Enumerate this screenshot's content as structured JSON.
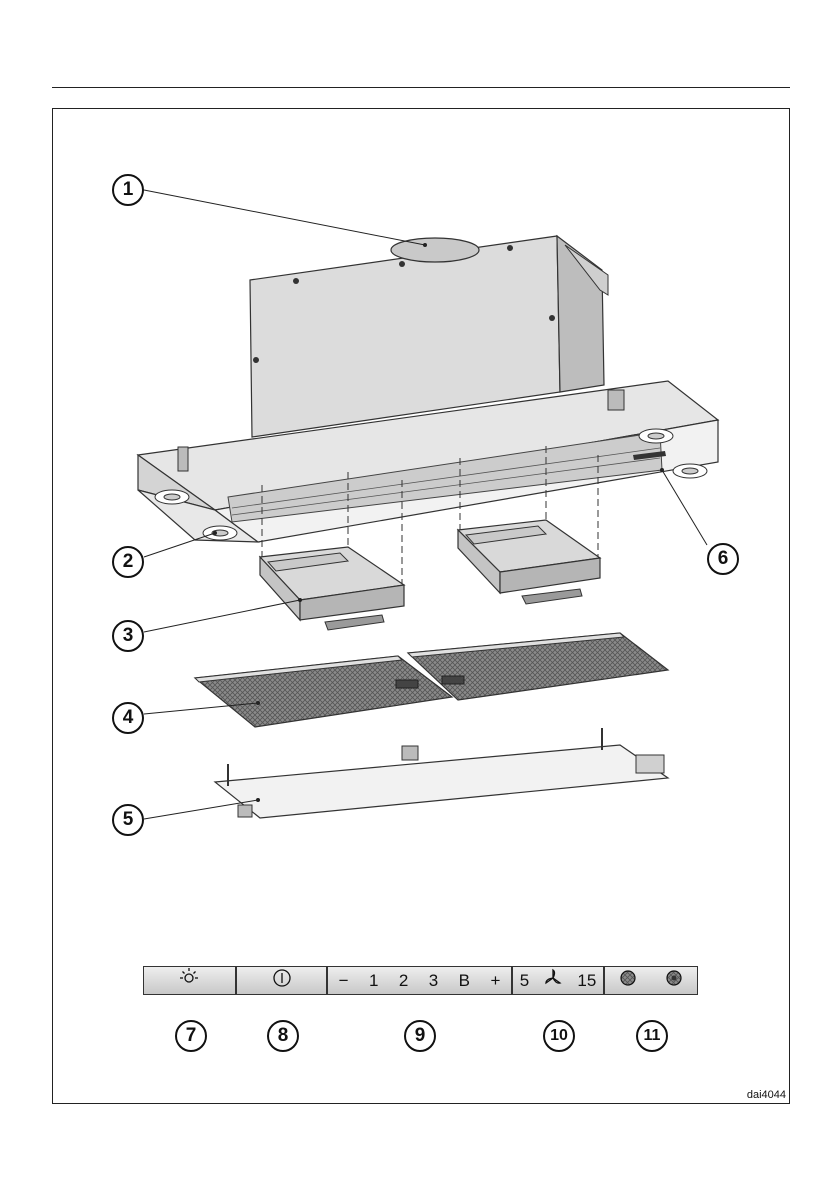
{
  "figure_code": "dai4044",
  "callouts": {
    "c1": "1",
    "c2": "2",
    "c3": "3",
    "c4": "4",
    "c5": "5",
    "c6": "6",
    "c7": "7",
    "c8": "8",
    "c9": "9",
    "c10": "10",
    "c11": "11"
  },
  "control_panel": {
    "light_icon": "light-icon",
    "power_icon": "power-icon",
    "minus": "−",
    "level1": "1",
    "level2": "2",
    "level3": "3",
    "boost": "B",
    "plus": "+",
    "timer_short": "5",
    "fan_icon": "fan-icon",
    "timer_long": "15",
    "filter_icon_grease": "grease-filter-icon",
    "filter_icon_charcoal": "charcoal-filter-icon"
  }
}
